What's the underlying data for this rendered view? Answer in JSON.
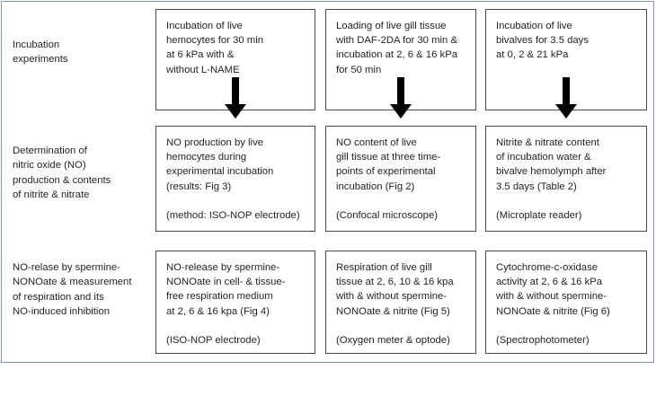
{
  "figure": {
    "frame_color": "#8098b8",
    "box_border_color": "#4a4a4a",
    "text_color": "#231f20",
    "arrow_color": "#000000"
  },
  "rows": [
    {
      "label": "Incubation\nexperiments",
      "boxes": [
        {
          "main": "Incubation of live\nhemocytes for 30 min\nat 6 kPa with &\nwithout L-NAME",
          "method": ""
        },
        {
          "main": "Loading of live gill tissue\nwith DAF-2DA for 30 min &\nincubation at 2, 6 & 16 kPa\nfor 50 min",
          "method": ""
        },
        {
          "main": "Incubation of live\nbivalves for 3.5 days\nat 0, 2 & 21 kPa",
          "method": ""
        }
      ]
    },
    {
      "label": "Determination of\nnitric oxide (NO)\nproduction & contents\nof nitrite & nitrate",
      "boxes": [
        {
          "main": "NO production by live\nhemocytes during\nexperimental incubation\n(results: Fig 3)",
          "method": "(method: ISO-NOP electrode)"
        },
        {
          "main": "NO content of live\ngill tissue at three time-\npoints of experimental\nincubation (Fig 2)",
          "method": "(Confocal microscope)"
        },
        {
          "main": "Nitrite & nitrate content\nof incubation water &\nbivalve hemolymph after\n3.5 days (Table 2)",
          "method": "(Microplate reader)"
        }
      ]
    },
    {
      "label": "NO-relase by spermine-\nNONOate & measurement\nof respiration and its\nNO-induced inhibition",
      "boxes": [
        {
          "main": "NO-release by spermine-\nNONOate in cell- & tissue-\nfree respiration medium\nat 2, 6 & 16 kpa (Fig 4)",
          "method": "(ISO-NOP electrode)"
        },
        {
          "main": "Respiration of live gill\ntissue at 2, 6, 10 & 16 kpa\nwith & without spermine-\nNONOate & nitrite (Fig 5)",
          "method": "(Oxygen meter & optode)"
        },
        {
          "main": "Cytochrome-c-oxidase\nactivity at 2, 6 & 16 kPa\nwith & without spermine-\nNONOate & nitrite (Fig 6)",
          "method": "(Spectrophotometer)"
        }
      ]
    }
  ],
  "arrows": [
    {
      "name": "arrow-down-column-1"
    },
    {
      "name": "arrow-down-column-2"
    },
    {
      "name": "arrow-down-column-3"
    }
  ]
}
